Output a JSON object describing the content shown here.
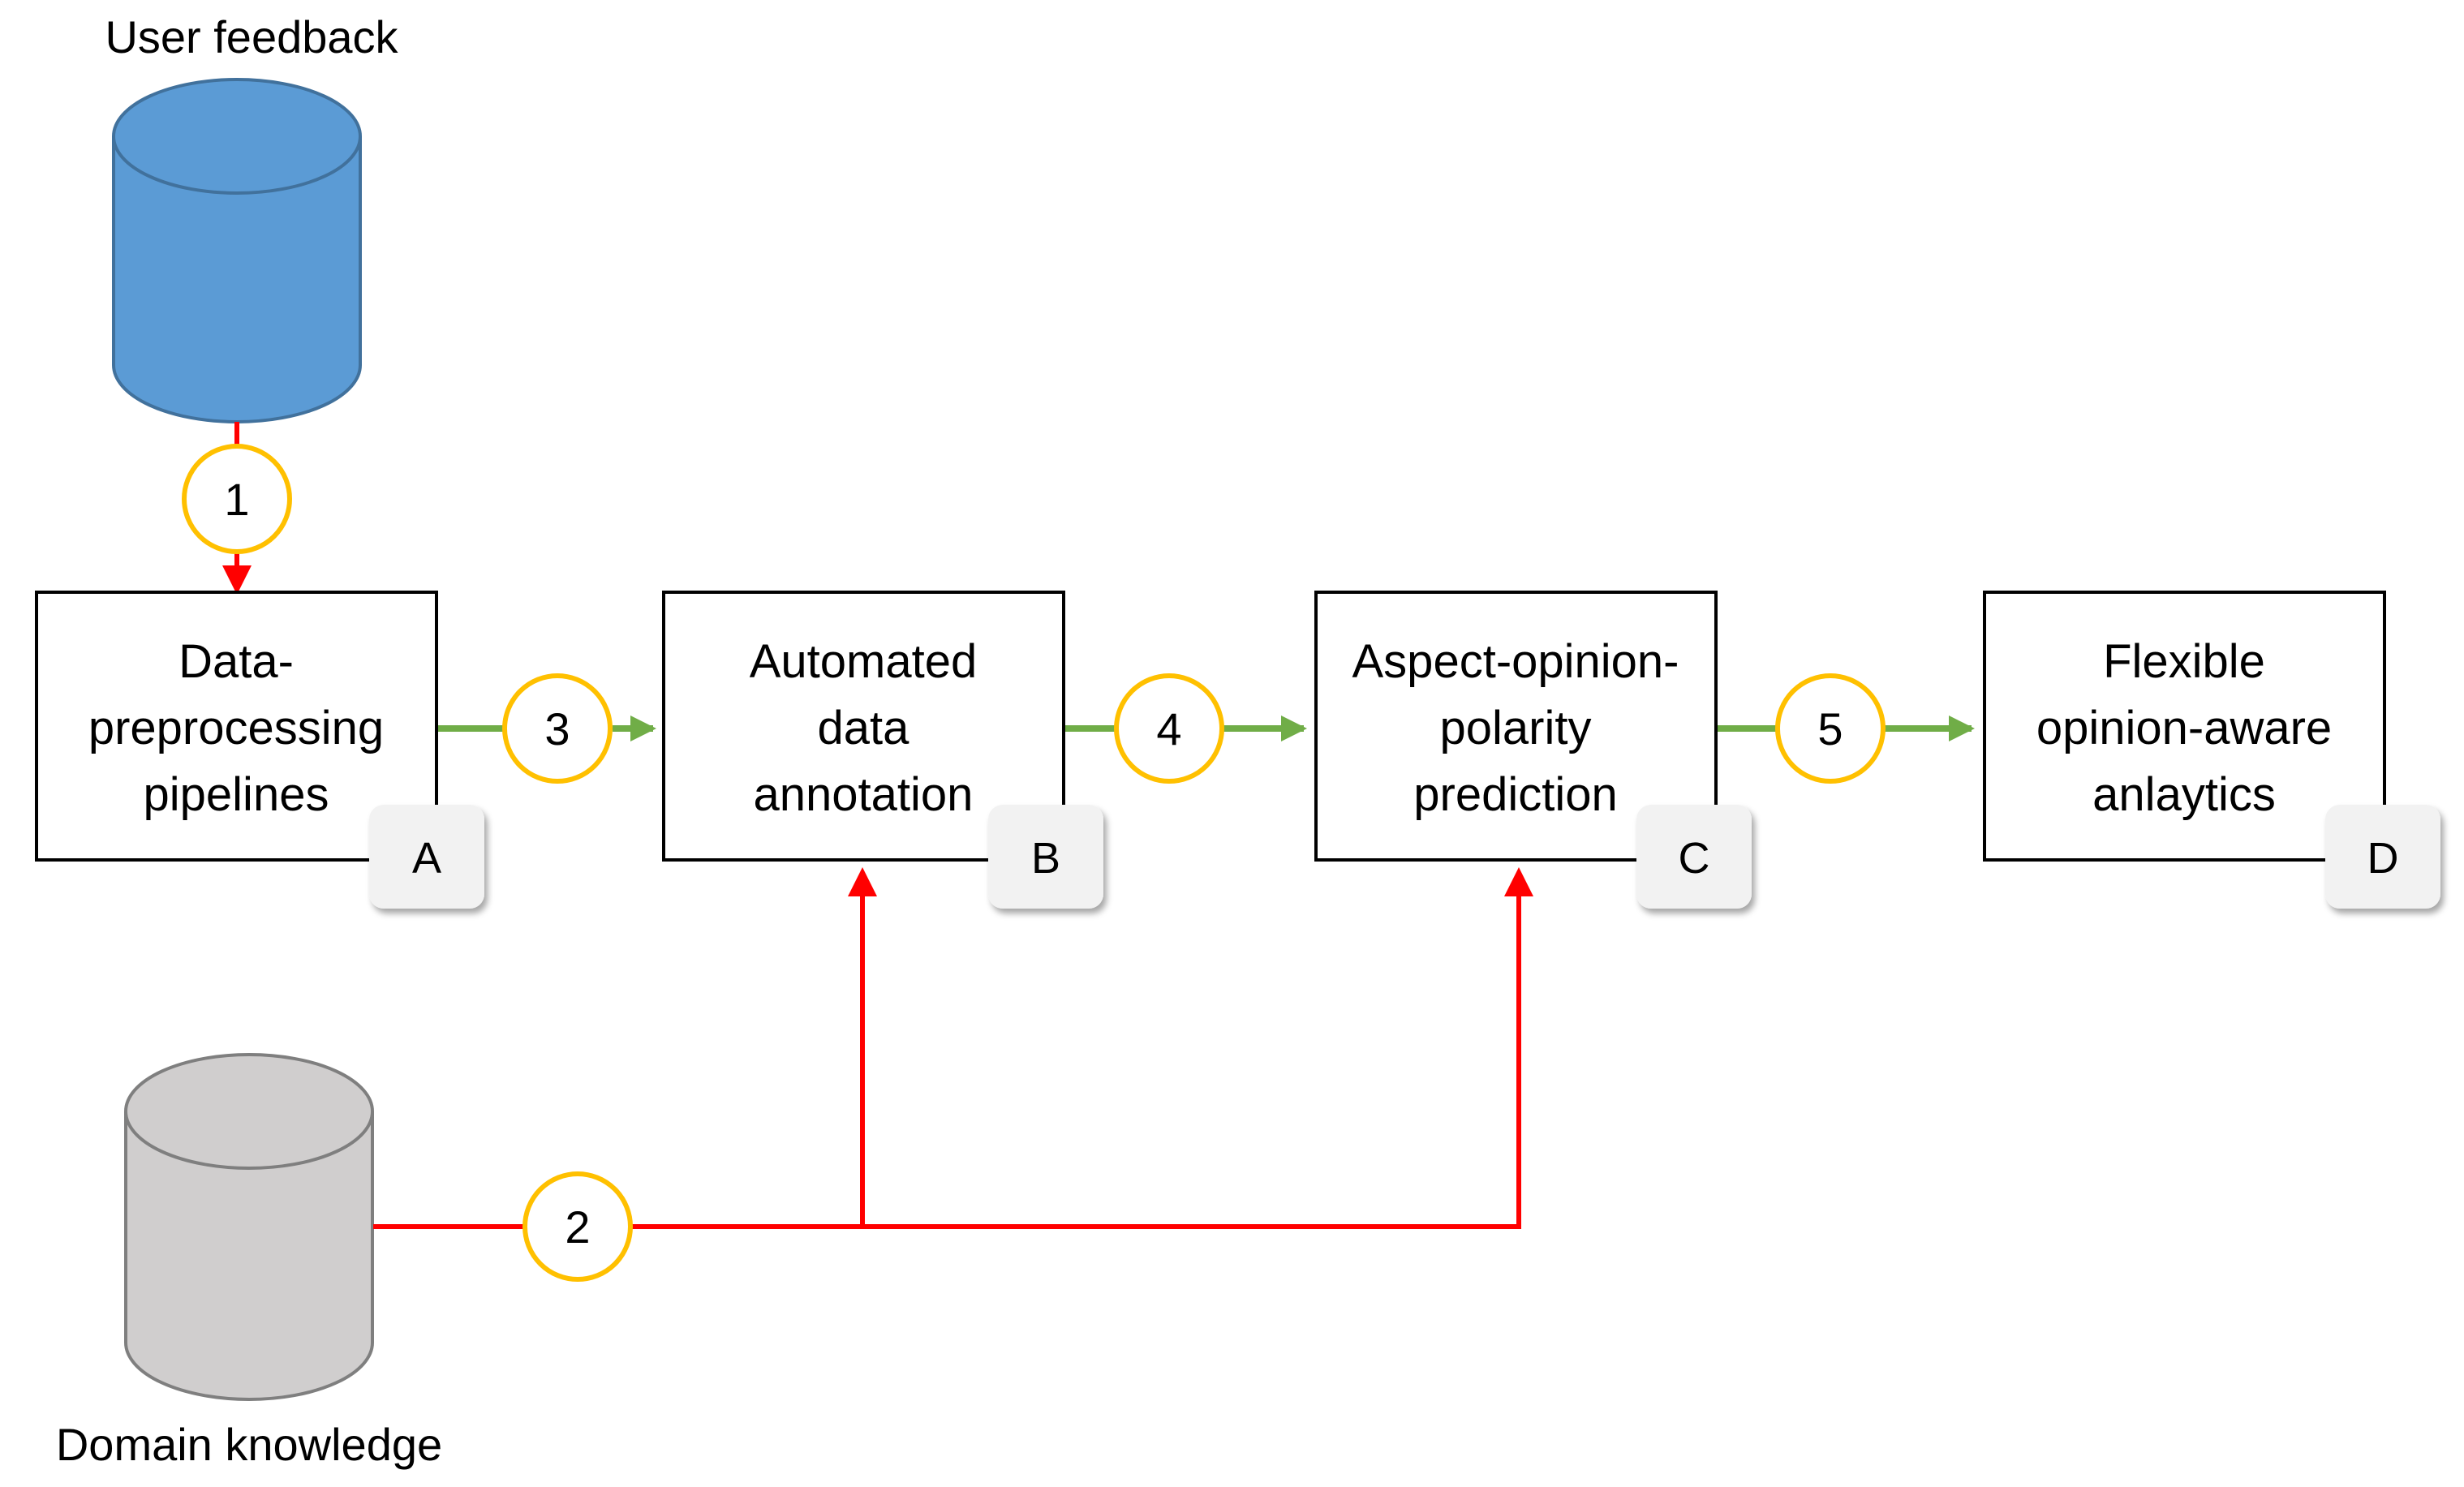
{
  "sources": {
    "user_feedback": {
      "label": "User feedback",
      "color": "#5b9bd5"
    },
    "domain_knowledge": {
      "label": "Domain knowledge",
      "color": "#d0cece"
    }
  },
  "steps": [
    {
      "num": "1"
    },
    {
      "num": "2"
    },
    {
      "num": "3"
    },
    {
      "num": "4"
    },
    {
      "num": "5"
    }
  ],
  "boxes": [
    {
      "lines": [
        "Data-",
        "preprocessing",
        "pipelines"
      ],
      "tag": "A"
    },
    {
      "lines": [
        "Automated",
        "data",
        "annotation"
      ],
      "tag": "B"
    },
    {
      "lines": [
        "Aspect-opinion-",
        "polarity",
        "prediction"
      ],
      "tag": "C"
    },
    {
      "lines": [
        "Flexible",
        "opinion-aware",
        "anlaytics"
      ],
      "tag": "D"
    }
  ],
  "colors": {
    "input_arrow": "#ff0000",
    "flow_arrow": "#70ad47",
    "step_circle": "#ffc000"
  }
}
